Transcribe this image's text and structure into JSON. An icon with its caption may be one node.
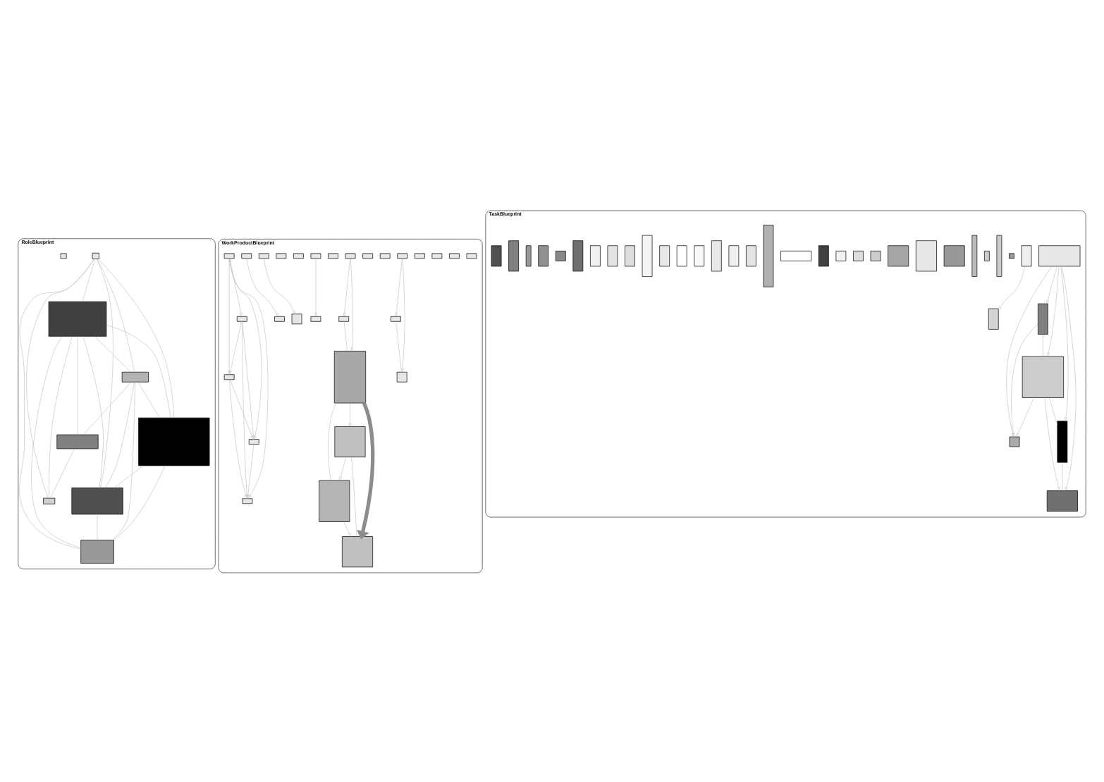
{
  "diagram": {
    "nodes": [
      {
        "text": [
          "RoleBlueprint"
        ]
      },
      {
        "text": [],
        "shape": "box",
        "in": 0
      },
      {
        "text": [],
        "shape": "box",
        "in": 0
      },
      {
        "text": [],
        "shape": "box",
        "in": 0
      },
      {
        "text": [],
        "shape": "box",
        "in": 0
      },
      {
        "text": [],
        "shape": "box",
        "in": 0
      },
      {
        "text": [],
        "shape": "box",
        "in": 0
      },
      {
        "text": [],
        "shape": "box",
        "in": 0
      },
      {
        "text": [],
        "shape": "box",
        "in": 0
      },
      {
        "text": [],
        "shape": "box",
        "in": 0
      },
      {
        "text": [
          "WorkProductBlueprint"
        ]
      },
      {
        "text": [],
        "shape": "box",
        "in": 10
      },
      {
        "text": [],
        "shape": "box",
        "in": 10
      },
      {
        "text": [],
        "shape": "box",
        "in": 10
      },
      {
        "text": [],
        "shape": "box",
        "in": 10
      },
      {
        "text": [],
        "shape": "box",
        "in": 10
      },
      {
        "text": [],
        "shape": "box",
        "in": 10
      },
      {
        "text": [],
        "shape": "box",
        "in": 10
      },
      {
        "text": [],
        "shape": "box",
        "in": 10
      },
      {
        "text": [],
        "shape": "box",
        "in": 10
      },
      {
        "text": [],
        "shape": "box",
        "in": 10
      },
      {
        "text": [],
        "shape": "box",
        "in": 10
      },
      {
        "text": [],
        "shape": "box",
        "in": 10
      },
      {
        "text": [],
        "shape": "box",
        "in": 10
      },
      {
        "text": [],
        "shape": "box",
        "in": 10
      },
      {
        "text": [],
        "shape": "box",
        "in": 10
      },
      {
        "text": [],
        "shape": "box",
        "in": 10
      },
      {
        "text": [],
        "shape": "box",
        "in": 10
      },
      {
        "text": [],
        "shape": "box",
        "in": 10
      },
      {
        "text": [],
        "shape": "box",
        "in": 10
      },
      {
        "text": [],
        "shape": "box",
        "in": 10
      },
      {
        "text": [],
        "shape": "box",
        "in": 10
      },
      {
        "text": [],
        "shape": "box",
        "in": 10
      },
      {
        "text": [],
        "shape": "box",
        "in": 10
      },
      {
        "text": [],
        "shape": "box",
        "in": 10
      },
      {
        "text": [],
        "shape": "box",
        "in": 10
      },
      {
        "text": [],
        "shape": "box",
        "in": 10
      },
      {
        "text": [],
        "shape": "box",
        "in": 10
      },
      {
        "text": [],
        "shape": "box",
        "in": 10
      },
      {
        "text": [],
        "shape": "box",
        "in": 10
      },
      {
        "text": [
          "TaskBlueprint"
        ]
      },
      {
        "text": [],
        "shape": "box",
        "in": 40
      },
      {
        "text": [],
        "shape": "box",
        "in": 40
      },
      {
        "text": [],
        "shape": "box",
        "in": 40
      },
      {
        "text": [],
        "shape": "box",
        "in": 40
      },
      {
        "text": [],
        "shape": "box",
        "in": 40
      },
      {
        "text": [],
        "shape": "box",
        "in": 40
      },
      {
        "text": [],
        "shape": "box",
        "in": 40
      },
      {
        "text": [],
        "shape": "box",
        "in": 40
      },
      {
        "text": [],
        "shape": "box",
        "in": 40
      },
      {
        "text": [],
        "shape": "box",
        "in": 40
      },
      {
        "text": [],
        "shape": "box",
        "in": 40
      },
      {
        "text": [],
        "shape": "box",
        "in": 40
      },
      {
        "text": [],
        "shape": "box",
        "in": 40
      },
      {
        "text": [],
        "shape": "box",
        "in": 40
      },
      {
        "text": [],
        "shape": "box",
        "in": 40
      },
      {
        "text": [],
        "shape": "box",
        "in": 40
      },
      {
        "text": [],
        "shape": "box",
        "in": 40
      },
      {
        "text": [],
        "shape": "box",
        "in": 40
      },
      {
        "text": [],
        "shape": "box",
        "in": 40
      },
      {
        "text": [],
        "shape": "box",
        "in": 40
      },
      {
        "text": [],
        "shape": "box",
        "in": 40
      },
      {
        "text": [],
        "shape": "box",
        "in": 40
      },
      {
        "text": [],
        "shape": "box",
        "in": 40
      },
      {
        "text": [],
        "shape": "box",
        "in": 40
      },
      {
        "text": [],
        "shape": "box",
        "in": 40
      },
      {
        "text": [],
        "shape": "box",
        "in": 40
      },
      {
        "text": [],
        "shape": "box",
        "in": 40
      },
      {
        "text": [],
        "shape": "box",
        "in": 40
      },
      {
        "text": [],
        "shape": "box",
        "in": 40
      },
      {
        "text": [],
        "shape": "box",
        "in": 40
      },
      {
        "text": [],
        "shape": "box",
        "in": 40
      },
      {
        "text": [],
        "shape": "box",
        "in": 40
      },
      {
        "text": [],
        "shape": "box",
        "in": 40
      },
      {
        "text": [],
        "shape": "box",
        "in": 40
      },
      {
        "text": [],
        "shape": "box",
        "in": 40
      },
      {
        "text": [],
        "shape": "box",
        "in": 40
      },
      {
        "text": [],
        "shape": "box",
        "in": 40
      }
    ],
    "edges": [
      {
        "from": 1,
        "to": 2,
        "arrow": "none"
      },
      {
        "from": 1,
        "to": 3,
        "arrow": "none"
      },
      {
        "from": 1,
        "to": 6,
        "arrow": "none"
      },
      {
        "from": 1,
        "to": 7,
        "arrow": "none"
      },
      {
        "from": 1,
        "to": 9,
        "arrow": "none"
      },
      {
        "from": 1,
        "to": 5,
        "arrow": "none"
      },
      {
        "from": 2,
        "to": 3,
        "arrow": "none"
      },
      {
        "from": 2,
        "to": 4,
        "arrow": "none"
      },
      {
        "from": 2,
        "to": 6,
        "arrow": "none"
      },
      {
        "from": 2,
        "to": 5,
        "arrow": "none"
      },
      {
        "from": 2,
        "to": 9,
        "arrow": "none"
      },
      {
        "from": 2,
        "to": 7,
        "arrow": "none"
      },
      {
        "from": 3,
        "to": 4,
        "arrow": "none"
      },
      {
        "from": 3,
        "to": 6,
        "arrow": "none"
      },
      {
        "from": 3,
        "to": 7,
        "arrow": "none"
      },
      {
        "from": 3,
        "to": 5,
        "arrow": "none"
      },
      {
        "from": 4,
        "to": 9,
        "arrow": "none"
      },
      {
        "from": 6,
        "to": 5,
        "arrow": "none"
      },
      {
        "from": 6,
        "to": 7,
        "arrow": "none"
      },
      {
        "from": 5,
        "to": 7,
        "arrow": "none"
      },
      {
        "from": 25,
        "to": 26,
        "arrow": "both"
      },
      {
        "from": 25,
        "to": 27,
        "arrow": "to"
      },
      {
        "from": 25,
        "to": 28,
        "arrow": "to"
      },
      {
        "from": 25,
        "to": 29,
        "arrow": "to"
      },
      {
        "from": 26,
        "to": 27,
        "arrow": "to"
      },
      {
        "from": 26,
        "to": 28,
        "arrow": "to"
      },
      {
        "from": 26,
        "to": 29,
        "arrow": "to"
      },
      {
        "from": 27,
        "to": 28,
        "arrow": "to"
      },
      {
        "from": 27,
        "to": 29,
        "arrow": "to"
      },
      {
        "from": 28,
        "to": 29,
        "arrow": "to"
      },
      {
        "from": 15,
        "to": 30,
        "arrow": "to"
      },
      {
        "from": 15,
        "to": 31,
        "arrow": "to"
      },
      {
        "from": 30,
        "to": 31,
        "arrow": "none"
      },
      {
        "from": 18,
        "to": 32,
        "arrow": "to"
      },
      {
        "from": 18,
        "to": 33,
        "arrow": "to"
      },
      {
        "from": 32,
        "to": 33,
        "arrow": "none"
      },
      {
        "from": 33,
        "to": 36,
        "arrow": "to",
        "style": "thick"
      },
      {
        "from": 33,
        "to": 34,
        "arrow": "to"
      },
      {
        "from": 34,
        "to": 35,
        "arrow": "to"
      },
      {
        "from": 33,
        "to": 35,
        "arrow": "none"
      },
      {
        "from": 34,
        "to": 36,
        "arrow": "none"
      },
      {
        "from": 35,
        "to": 36,
        "arrow": "to"
      },
      {
        "from": 20,
        "to": 37,
        "arrow": "to"
      },
      {
        "from": 23,
        "to": 38,
        "arrow": "to"
      },
      {
        "from": 24,
        "to": 39,
        "arrow": "to"
      },
      {
        "from": 41,
        "to": 42,
        "arrow": "to"
      },
      {
        "from": 41,
        "to": 43,
        "arrow": "to"
      },
      {
        "from": 41,
        "to": 44,
        "arrow": "to"
      },
      {
        "from": 41,
        "to": 45,
        "arrow": "to"
      },
      {
        "from": 41,
        "to": 46,
        "arrow": "to"
      },
      {
        "from": 42,
        "to": 44,
        "arrow": "none"
      },
      {
        "from": 44,
        "to": 43,
        "arrow": "none"
      },
      {
        "from": 44,
        "to": 45,
        "arrow": "to"
      },
      {
        "from": 44,
        "to": 46,
        "arrow": "to"
      },
      {
        "from": 43,
        "to": 45,
        "arrow": "none"
      },
      {
        "from": 42,
        "to": 46,
        "arrow": "to"
      },
      {
        "from": 47,
        "to": 77,
        "arrow": "to"
      }
    ]
  }
}
